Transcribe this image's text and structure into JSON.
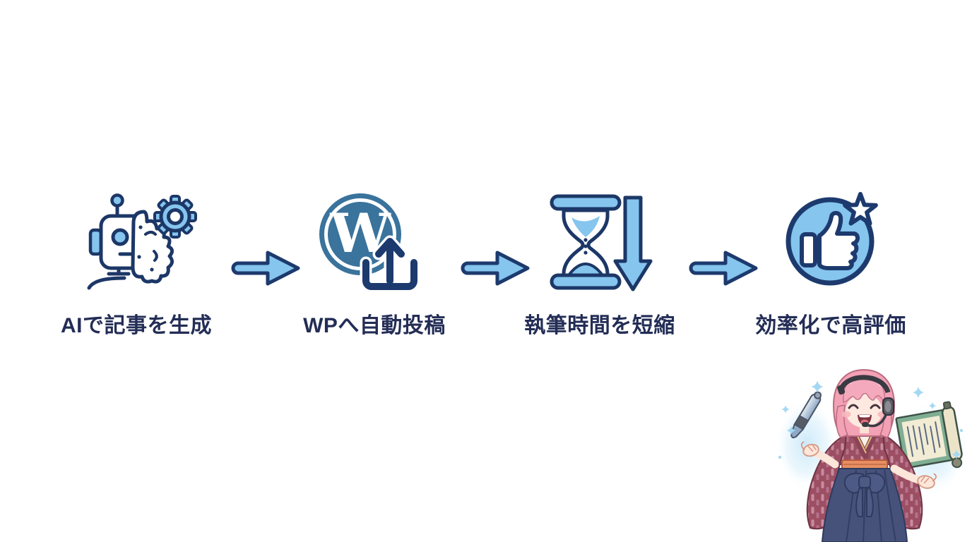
{
  "workflow": {
    "steps": [
      {
        "label": "AIで記事を生成",
        "icon": "ai-robot-brain-gear-icon"
      },
      {
        "label": "WPへ自動投稿",
        "icon": "wordpress-upload-icon"
      },
      {
        "label": "執筆時間を短縮",
        "icon": "hourglass-time-reduction-icon"
      },
      {
        "label": "効率化で高評価",
        "icon": "thumbs-up-star-icon"
      }
    ],
    "connector_icon": "right-arrow-icon",
    "wordpress_monogram": "W"
  },
  "colors": {
    "background": "#ffffff",
    "icon_outline_navy": "#1c3767",
    "label_text_navy": "#232d56",
    "accent_light_blue": "#85c5ee",
    "wordpress_blue": "#3a739c"
  },
  "mascot": {
    "name": "kimono-girl-with-headset",
    "floating_items": [
      "calligraphy-pen-icon",
      "scroll-icon"
    ]
  }
}
